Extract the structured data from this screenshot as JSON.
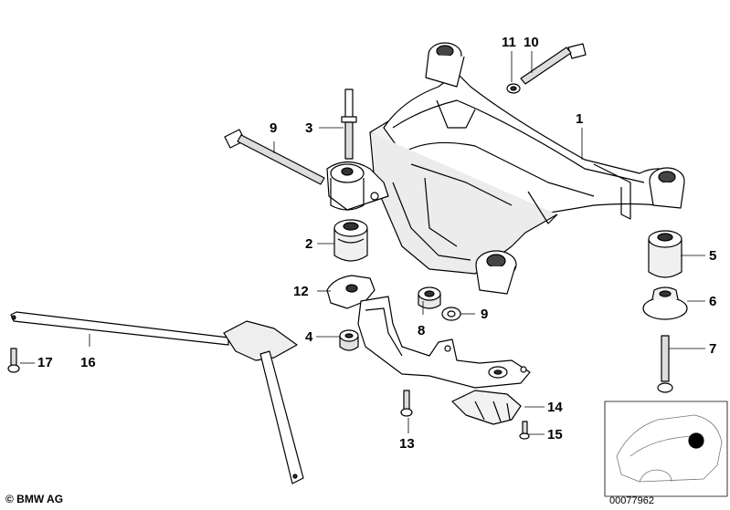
{
  "callouts": {
    "c1": "1",
    "c2": "2",
    "c3": "3",
    "c4": "4",
    "c5": "5",
    "c6": "6",
    "c7": "7",
    "c8": "8",
    "c9a": "9",
    "c9b": "9",
    "c10": "10",
    "c11": "11",
    "c12": "12",
    "c13": "13",
    "c14": "14",
    "c15": "15",
    "c16": "16",
    "c17": "17"
  },
  "footer": {
    "copyright": "© BMW AG",
    "image_number": "00077962"
  },
  "colors": {
    "line": "#000000",
    "fill": "#ffffff",
    "shade": "#e8e8e8",
    "dark": "#333333"
  }
}
